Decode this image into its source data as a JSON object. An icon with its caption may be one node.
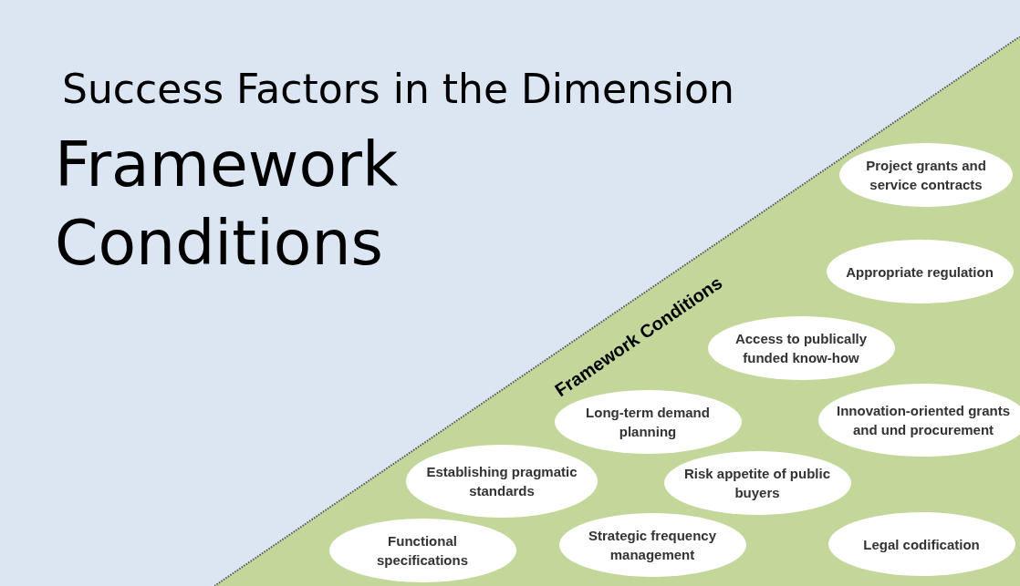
{
  "diagram": {
    "nodes": [
      {
        "text": [
          "Framework Conditions"
        ]
      },
      {
        "text": [
          "Project grants and service contracts"
        ],
        "in": 0
      },
      {
        "text": [
          "Appropriate regulation"
        ],
        "in": 0
      },
      {
        "text": [
          "Access to publically funded know-how"
        ],
        "in": 0
      },
      {
        "text": [
          "Long-term demand planning"
        ],
        "in": 0
      },
      {
        "text": [
          "Innovation-oriented grants and und procurement"
        ],
        "in": 0
      },
      {
        "text": [
          "Establishing pragmatic standards"
        ],
        "in": 0
      },
      {
        "text": [
          "Risk appetite of public buyers"
        ],
        "in": 0
      },
      {
        "text": [
          "Functional specifications"
        ],
        "in": 0
      },
      {
        "text": [
          "Strategic frequency management"
        ],
        "in": 0
      },
      {
        "text": [
          "Legal codification"
        ],
        "in": 0
      }
    ],
    "edges": [],
    "labels": [
      "Success Factors in the Dimension",
      "Framework Conditions"
    ]
  }
}
